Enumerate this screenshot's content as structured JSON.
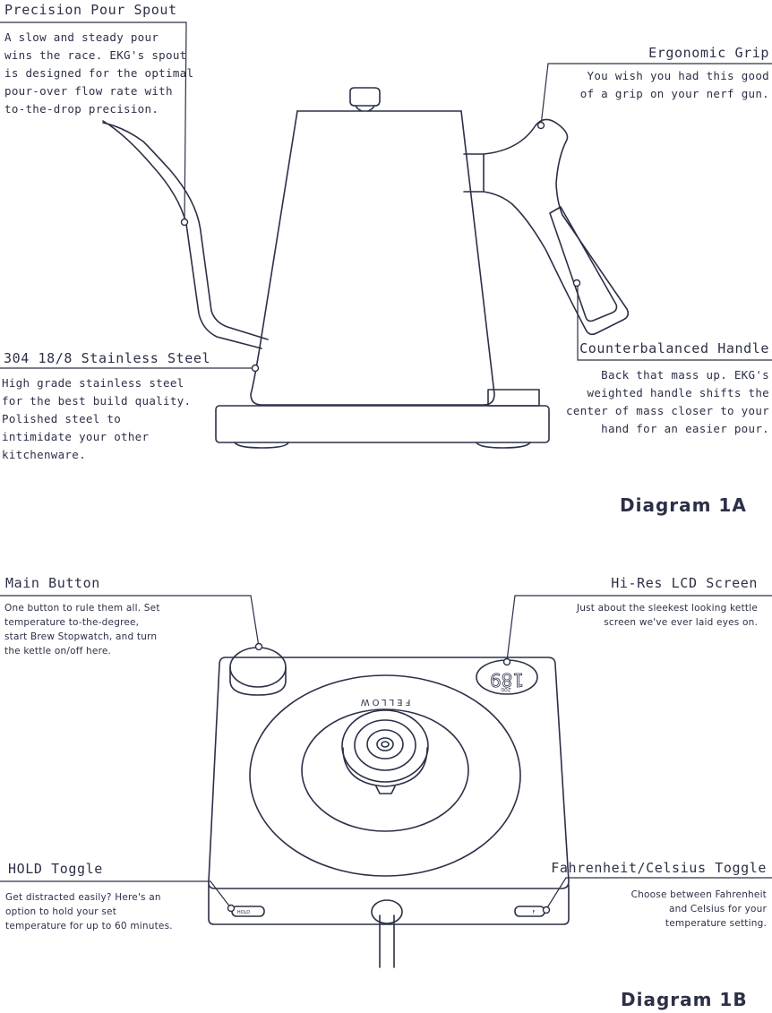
{
  "diagram_1a": {
    "title": "Diagram 1A",
    "callouts": {
      "spout": {
        "heading": "Precision Pour Spout",
        "body": "A slow and steady pour\nwins the race. EKG's spout\nis designed for the optimal\npour-over flow rate with\nto-the-drop precision."
      },
      "grip": {
        "heading": "Ergonomic Grip",
        "body": "You wish you had this good\nof a grip on your nerf gun."
      },
      "steel": {
        "heading": "304 18/8 Stainless Steel",
        "body": "High grade stainless steel\nfor the best build quality.\nPolished steel to\nintimidate your other\nkitchenware."
      },
      "handle": {
        "heading": "Counterbalanced Handle",
        "body": "Back that mass up. EKG's\nweighted handle shifts the\ncenter of mass closer to your\nhand for an easier pour."
      }
    }
  },
  "diagram_1b": {
    "title": "Diagram 1B",
    "callouts": {
      "main_button": {
        "heading": "Main Button",
        "body": "One button to rule them all. Set\ntemperature to-the-degree,\nstart Brew Stopwatch, and turn\nthe kettle on/off here."
      },
      "lcd": {
        "heading": "Hi-Res LCD Screen",
        "body": "Just about the sleekest looking kettle\nscreen we've ever laid eyes on."
      },
      "hold": {
        "heading": "HOLD Toggle",
        "body": "Get distracted easily? Here's an\noption to hold your set\ntemperature for up to 60 minutes."
      },
      "unit": {
        "heading": "Fahrenheit/Celsius Toggle",
        "body": "Choose between Fahrenheit\nand Celsius for your\ntemperature setting."
      }
    },
    "base_text": {
      "brand": "FELLOW",
      "lcd_current": "189",
      "lcd_set": "200",
      "hold_label": "HOLD",
      "unit_label": "F"
    }
  }
}
